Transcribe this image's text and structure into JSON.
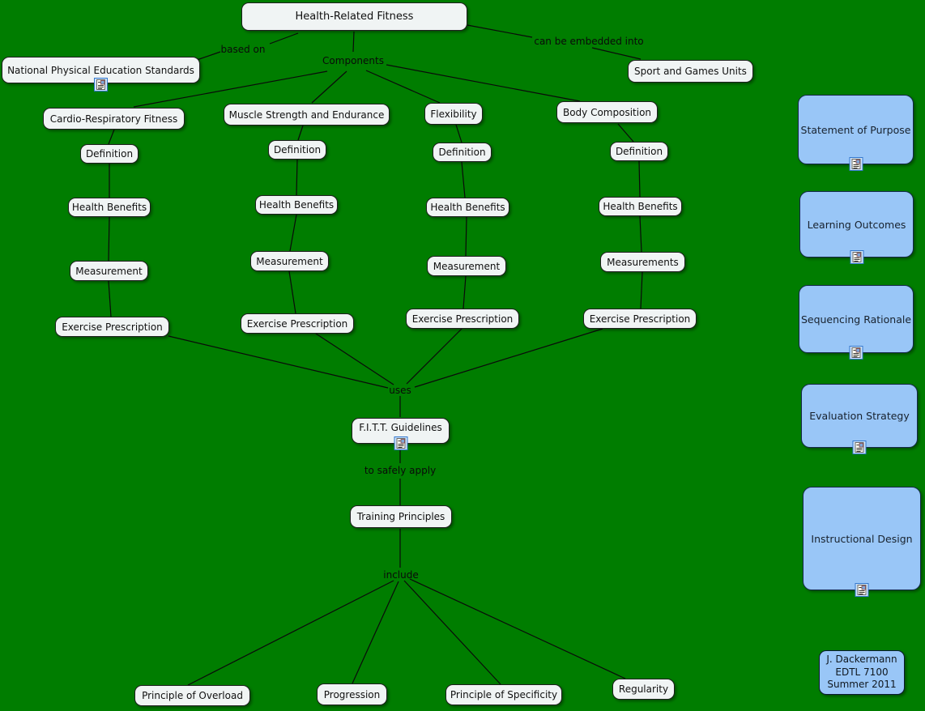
{
  "colors": {
    "background": "#007D00",
    "concept_fill": "#F0F4F4",
    "concept_border": "#1F1F1F",
    "resource_fill": "#99C6F7",
    "resource_border": "#14284B",
    "line_color": "#0A0A0A"
  },
  "nodes": {
    "root": "Health-Related Fitness",
    "npes": "National Physical Education Standards",
    "sport": "Sport and Games Units",
    "fitt": "F.I.T.T. Guidelines",
    "training": "Training Principles"
  },
  "linking": {
    "based_on": "based on",
    "components": "Components",
    "embedded": "can be embedded into",
    "uses": "uses",
    "safely": "to safely apply",
    "include": "include"
  },
  "columns": [
    {
      "title": "Cardio-Respiratory Fitness",
      "children": [
        "Definition",
        "Health Benefits",
        "Measurement",
        "Exercise Prescription"
      ]
    },
    {
      "title": "Muscle Strength and Endurance",
      "children": [
        "Definition",
        "Health Benefits",
        "Measurement",
        "Exercise Prescription"
      ]
    },
    {
      "title": "Flexibility",
      "children": [
        "Definition",
        "Health Benefits",
        "Measurement",
        "Exercise Prescription"
      ]
    },
    {
      "title": "Body Composition",
      "children": [
        "Definition",
        "Health Benefits",
        "Measurements",
        "Exercise Prescription"
      ]
    }
  ],
  "principles": [
    "Principle of Overload",
    "Progression",
    "Principle of Specificity",
    "Regularity"
  ],
  "sidebar": {
    "items": [
      "Statement of Purpose",
      "Learning Outcomes",
      "Sequencing Rationale",
      "Evaluation Strategy",
      "Instructional Design"
    ]
  },
  "credit": {
    "lines": [
      "J. Dackermann",
      "EDTL 7100",
      "Summer 2011"
    ]
  },
  "icons": {
    "resource": "document-resource-icon"
  }
}
